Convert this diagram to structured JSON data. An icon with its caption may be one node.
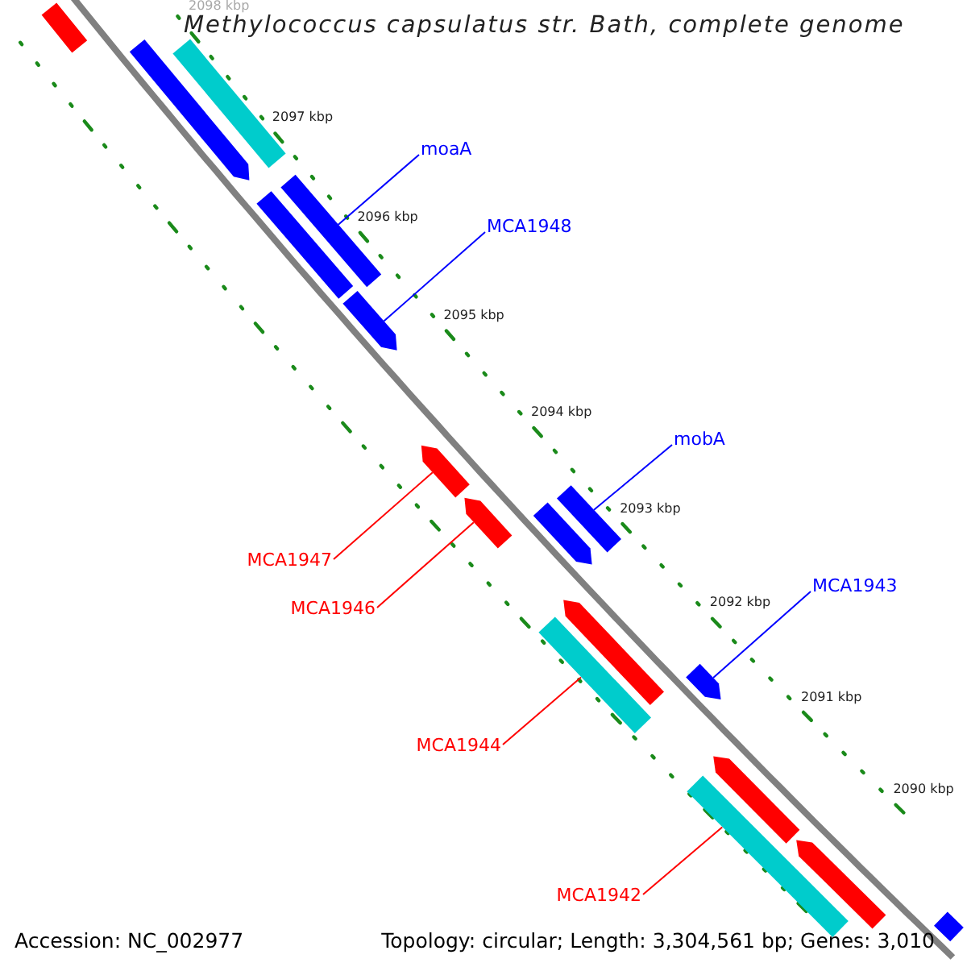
{
  "diagram": {
    "title": "Methylococcus capsulatus str. Bath, complete genome",
    "nodes": [
      {
        "text": [
          "moaA"
        ]
      },
      {
        "text": [
          "MCA1948"
        ]
      },
      {
        "text": [
          "mobA"
        ]
      },
      {
        "text": [
          "MCA1943"
        ]
      },
      {
        "text": [
          "MCA1947"
        ]
      },
      {
        "text": [
          "MCA1946"
        ]
      },
      {
        "text": [
          "MCA1944"
        ]
      },
      {
        "text": [
          "MCA1942"
        ]
      },
      {
        "text": [],
        "shape": "bar"
      },
      {
        "text": [],
        "shape": "bar"
      },
      {
        "text": [],
        "shape": "arrow"
      },
      {
        "text": [],
        "shape": "bar"
      },
      {
        "text": [],
        "shape": "bar"
      },
      {
        "text": [],
        "shape": "arrow"
      },
      {
        "text": [],
        "shape": "arrow"
      },
      {
        "text": [],
        "shape": "bar"
      },
      {
        "text": [],
        "shape": "arrow"
      },
      {
        "text": [],
        "shape": "arrow"
      },
      {
        "text": [],
        "shape": "arrow"
      },
      {
        "text": [],
        "shape": "bar"
      },
      {
        "text": [],
        "shape": "arrow"
      },
      {
        "text": [],
        "shape": "arrow"
      },
      {
        "text": [],
        "shape": "bar"
      },
      {
        "text": [],
        "shape": "arrow"
      },
      {
        "text": [],
        "shape": "bar"
      }
    ],
    "edges": [
      {
        "from": 0,
        "to": 11,
        "arrow": "none",
        "color": "#0000ff"
      },
      {
        "from": 1,
        "to": 13,
        "arrow": "none",
        "color": "#0000ff"
      },
      {
        "from": 2,
        "to": 15,
        "arrow": "none",
        "color": "#0000ff"
      },
      {
        "from": 3,
        "to": 20,
        "arrow": "none",
        "color": "#0000ff"
      },
      {
        "from": 4,
        "to": 14,
        "arrow": "none",
        "color": "#ff0000"
      },
      {
        "from": 5,
        "to": 16,
        "arrow": "none",
        "color": "#ff0000"
      },
      {
        "from": 6,
        "to": 19,
        "arrow": "none",
        "color": "#ff0000"
      },
      {
        "from": 7,
        "to": 22,
        "arrow": "none",
        "color": "#ff0000"
      }
    ],
    "labels": [
      "2098 kbp",
      "2097 kbp",
      "2096 kbp",
      "2095 kbp",
      "2094 kbp",
      "2093 kbp",
      "2092 kbp",
      "2091 kbp",
      "2090 kbp",
      "Accession: NC_002977",
      "Topology: circular; Length: 3,304,561 bp; Genes: 3,010"
    ]
  }
}
